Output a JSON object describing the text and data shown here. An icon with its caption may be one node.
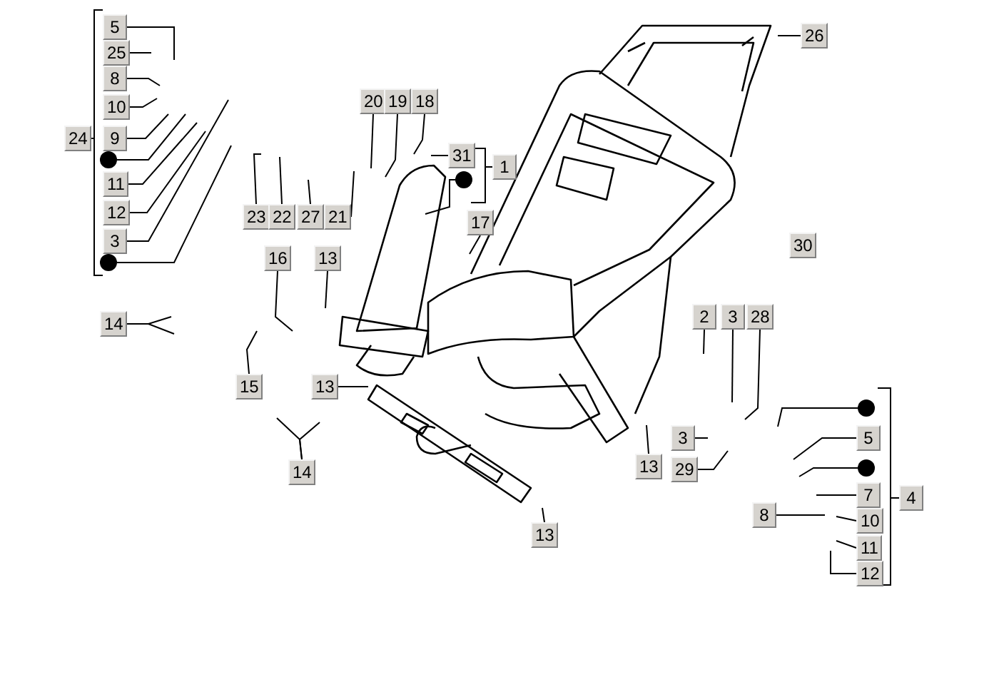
{
  "diagram": {
    "nodes": [
      {
        "text": [
          "5"
        ]
      },
      {
        "text": [
          "25"
        ]
      },
      {
        "text": [
          "8"
        ]
      },
      {
        "text": [
          "10"
        ]
      },
      {
        "text": [
          "9"
        ]
      },
      {
        "text": [],
        "shape": "circle"
      },
      {
        "text": [
          "11"
        ]
      },
      {
        "text": [
          "12"
        ]
      },
      {
        "text": [
          "3"
        ]
      },
      {
        "text": [],
        "shape": "circle"
      },
      {
        "text": [
          "24"
        ]
      },
      {
        "text": [
          "23"
        ]
      },
      {
        "text": [
          "22"
        ]
      },
      {
        "text": [
          "27"
        ]
      },
      {
        "text": [
          "21"
        ]
      },
      {
        "text": [
          "20"
        ]
      },
      {
        "text": [
          "19"
        ]
      },
      {
        "text": [
          "18"
        ]
      },
      {
        "text": [
          "31"
        ]
      },
      {
        "text": [],
        "shape": "circle"
      },
      {
        "text": [
          "1"
        ]
      },
      {
        "text": [
          "17"
        ]
      },
      {
        "text": [
          "16"
        ]
      },
      {
        "text": [
          "13"
        ]
      },
      {
        "text": [
          "14"
        ]
      },
      {
        "text": [
          "15"
        ]
      },
      {
        "text": [
          "14"
        ]
      },
      {
        "text": [
          "13"
        ]
      },
      {
        "text": [
          "13"
        ]
      },
      {
        "text": [
          "26"
        ]
      },
      {
        "text": [
          "13"
        ]
      },
      {
        "text": [
          "2"
        ]
      },
      {
        "text": [
          "3"
        ]
      },
      {
        "text": [
          "28"
        ]
      },
      {
        "text": [
          "3"
        ]
      },
      {
        "text": [
          "29"
        ]
      },
      {
        "text": [],
        "shape": "circle"
      },
      {
        "text": [
          "5"
        ]
      },
      {
        "text": [],
        "shape": "circle"
      },
      {
        "text": [
          "7"
        ]
      },
      {
        "text": [
          "8"
        ]
      },
      {
        "text": [
          "10"
        ]
      },
      {
        "text": [
          "11"
        ]
      },
      {
        "text": [
          "12"
        ]
      },
      {
        "text": [
          "4"
        ]
      },
      {
        "text": [
          "30"
        ]
      }
    ],
    "edges": [
      {
        "from": 0,
        "to": null,
        "arrow": "none"
      },
      {
        "from": 1,
        "to": null,
        "arrow": "none"
      },
      {
        "from": 2,
        "to": null,
        "arrow": "none"
      },
      {
        "from": 3,
        "to": null,
        "arrow": "none"
      },
      {
        "from": 4,
        "to": null,
        "arrow": "none"
      },
      {
        "from": 5,
        "to": null,
        "arrow": "none"
      },
      {
        "from": 6,
        "to": null,
        "arrow": "none"
      },
      {
        "from": 7,
        "to": null,
        "arrow": "none"
      },
      {
        "from": 8,
        "to": null,
        "arrow": "none"
      },
      {
        "from": 9,
        "to": null,
        "arrow": "none"
      },
      {
        "from": 11,
        "to": null,
        "arrow": "none"
      },
      {
        "from": 12,
        "to": null,
        "arrow": "none"
      },
      {
        "from": 13,
        "to": null,
        "arrow": "none"
      },
      {
        "from": 14,
        "to": null,
        "arrow": "none"
      },
      {
        "from": 15,
        "to": null,
        "arrow": "none"
      },
      {
        "from": 16,
        "to": null,
        "arrow": "none"
      },
      {
        "from": 17,
        "to": null,
        "arrow": "none"
      },
      {
        "from": 18,
        "to": null,
        "arrow": "none"
      },
      {
        "from": 19,
        "to": null,
        "arrow": "none"
      },
      {
        "from": 21,
        "to": null,
        "arrow": "none"
      },
      {
        "from": 22,
        "to": null,
        "arrow": "none"
      },
      {
        "from": 23,
        "to": null,
        "arrow": "none"
      },
      {
        "from": 24,
        "to": null,
        "arrow": "none"
      },
      {
        "from": 24,
        "to": null,
        "arrow": "none"
      },
      {
        "from": 25,
        "to": null,
        "arrow": "none"
      },
      {
        "from": 26,
        "to": null,
        "arrow": "none"
      },
      {
        "from": 26,
        "to": null,
        "arrow": "none"
      },
      {
        "from": 27,
        "to": null,
        "arrow": "none"
      },
      {
        "from": 28,
        "to": null,
        "arrow": "none"
      },
      {
        "from": 29,
        "to": null,
        "arrow": "none"
      },
      {
        "from": 30,
        "to": null,
        "arrow": "none"
      },
      {
        "from": 31,
        "to": null,
        "arrow": "none"
      },
      {
        "from": 32,
        "to": null,
        "arrow": "none"
      },
      {
        "from": 33,
        "to": null,
        "arrow": "none"
      },
      {
        "from": 34,
        "to": null,
        "arrow": "none"
      },
      {
        "from": 35,
        "to": null,
        "arrow": "none"
      },
      {
        "from": 36,
        "to": null,
        "arrow": "none"
      },
      {
        "from": 37,
        "to": null,
        "arrow": "none"
      },
      {
        "from": 38,
        "to": null,
        "arrow": "none"
      },
      {
        "from": 39,
        "to": null,
        "arrow": "none"
      },
      {
        "from": 40,
        "to": null,
        "arrow": "none"
      },
      {
        "from": 41,
        "to": null,
        "arrow": "none"
      },
      {
        "from": 42,
        "to": null,
        "arrow": "none"
      },
      {
        "from": 43,
        "to": null,
        "arrow": "none"
      }
    ]
  }
}
